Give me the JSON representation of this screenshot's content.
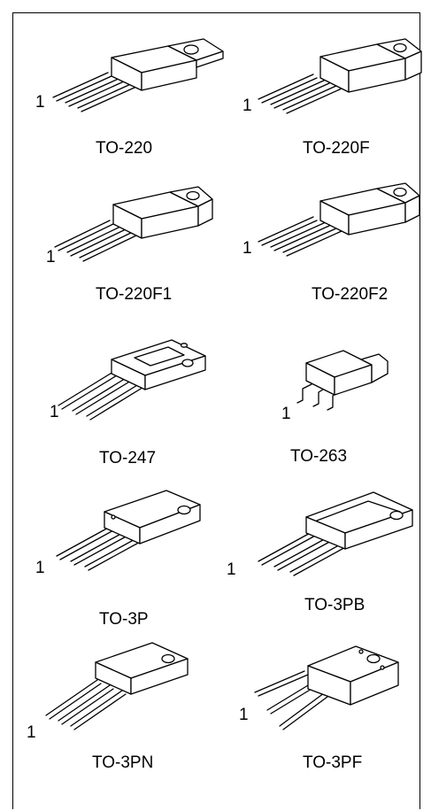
{
  "pin_label": "1",
  "packages": [
    {
      "name": "TO-220",
      "icon": "to-220-package-icon"
    },
    {
      "name": "TO-220F",
      "icon": "to-220f-package-icon"
    },
    {
      "name": "TO-220F1",
      "icon": "to-220f1-package-icon"
    },
    {
      "name": "TO-220F2",
      "icon": "to-220f2-package-icon"
    },
    {
      "name": "TO-247",
      "icon": "to-247-package-icon"
    },
    {
      "name": "TO-263",
      "icon": "to-263-package-icon"
    },
    {
      "name": "TO-3P",
      "icon": "to-3p-package-icon"
    },
    {
      "name": "TO-3PB",
      "icon": "to-3pb-package-icon"
    },
    {
      "name": "TO-3PN",
      "icon": "to-3pn-package-icon"
    },
    {
      "name": "TO-3PF",
      "icon": "to-3pf-package-icon"
    }
  ]
}
